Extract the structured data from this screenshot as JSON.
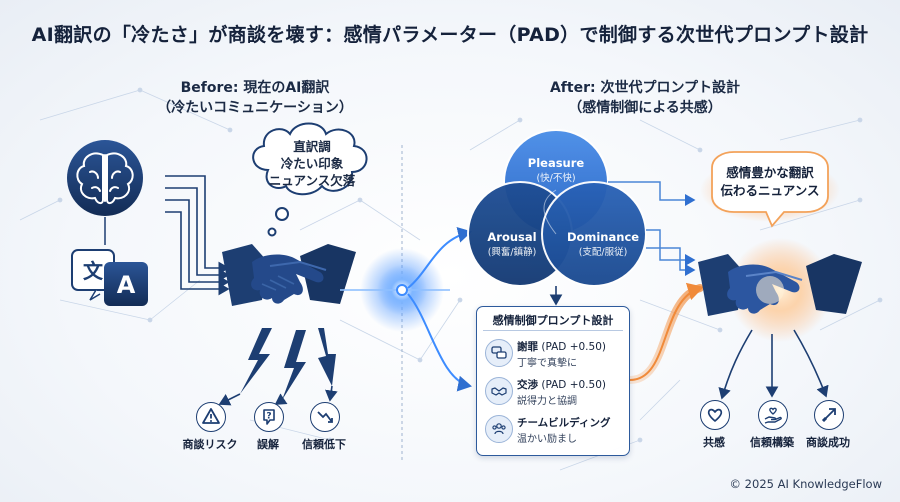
{
  "title": "AI翻訳の「冷たさ」が商談を壊す：感情パラメーター（PAD）で制御する次世代プロンプト設計",
  "before": {
    "heading_line1": "Before: 現在のAI翻訳",
    "heading_line2": "（冷たいコミュニケーション）",
    "thought_lines": [
      "直訳調",
      "冷たい印象",
      "ニュアンス欠落"
    ],
    "outcomes": [
      {
        "icon": "warning-icon",
        "label": "商談リスク"
      },
      {
        "icon": "question-warning-icon",
        "label": "誤解"
      },
      {
        "icon": "trend-down-icon",
        "label": "信頼低下"
      }
    ]
  },
  "after": {
    "heading_line1": "After: 次世代プロンプト設計",
    "heading_line2": "（感情制御による共感）",
    "pad": {
      "pleasure": {
        "name": "Pleasure",
        "sub": "(快/不快)"
      },
      "arousal": {
        "name": "Arousal",
        "sub": "(興奮/鎮静)"
      },
      "dominance": {
        "name": "Dominance",
        "sub": "(支配/服従)"
      }
    },
    "prompt_card": {
      "title": "感情制御プロンプト設計",
      "items": [
        {
          "icon": "chat-bubbles-icon",
          "name": "謝罪",
          "param": "(PAD +0.50)",
          "desc": "丁寧で真摯に"
        },
        {
          "icon": "handshake-small-icon",
          "name": "交渉",
          "param": "(PAD +0.50)",
          "desc": "説得力と協調"
        },
        {
          "icon": "team-icon",
          "name": "チームビルディング",
          "param": "",
          "desc": "温かい励まし"
        }
      ]
    },
    "bubble_lines": [
      "感情豊かな翻訳",
      "伝わるニュアンス"
    ],
    "outcomes": [
      {
        "icon": "heart-icon",
        "label": "共感"
      },
      {
        "icon": "hand-heart-icon",
        "label": "信頼構築"
      },
      {
        "icon": "trend-up-icon",
        "label": "商談成功"
      }
    ]
  },
  "colors": {
    "navy": "#1d3e72",
    "blue": "#2f6fd0",
    "glow": "#3d8cff",
    "orange": "#f39a4a"
  },
  "copyright": "© 2025 AI KnowledgeFlow"
}
